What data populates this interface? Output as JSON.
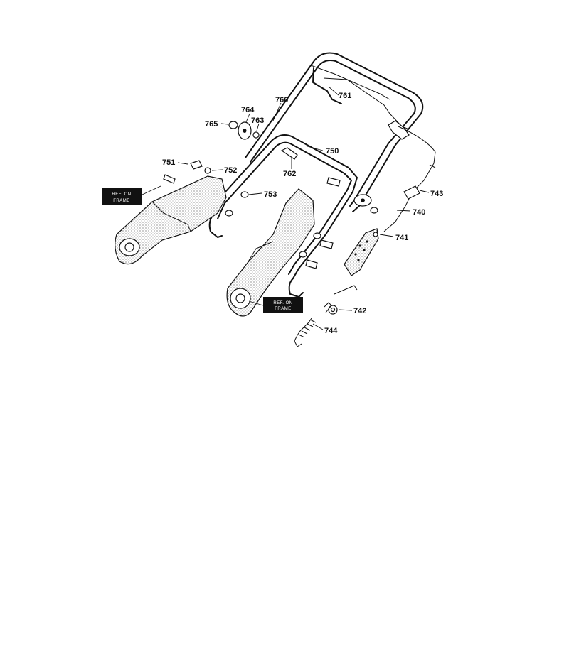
{
  "diagram": {
    "callouts": {
      "p740": "740",
      "p741": "741",
      "p742": "742",
      "p743": "743",
      "p744": "744",
      "p750": "750",
      "p751": "751",
      "p752": "752",
      "p753": "753",
      "p760": "760",
      "p761": "761",
      "p762": "762",
      "p763": "763",
      "p764": "764",
      "p765": "765"
    },
    "ref_boxes": {
      "left": [
        "REF. ON",
        "FRAME"
      ],
      "right": [
        "REF. ON",
        "FRAME"
      ]
    }
  }
}
